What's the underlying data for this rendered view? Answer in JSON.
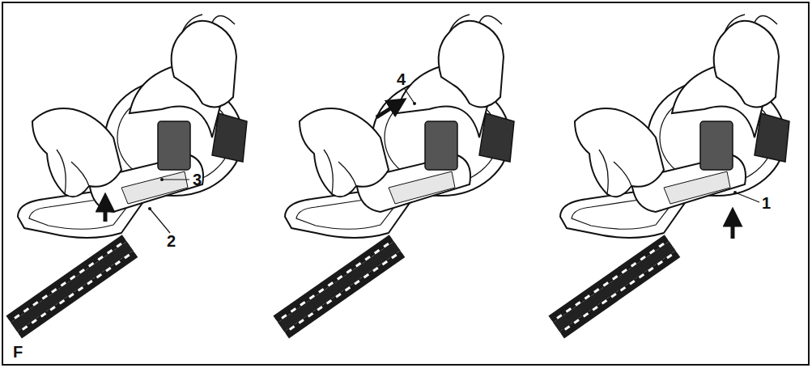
{
  "diagram": {
    "labels": [
      "3",
      "2",
      "4",
      "1",
      "F"
    ]
  }
}
